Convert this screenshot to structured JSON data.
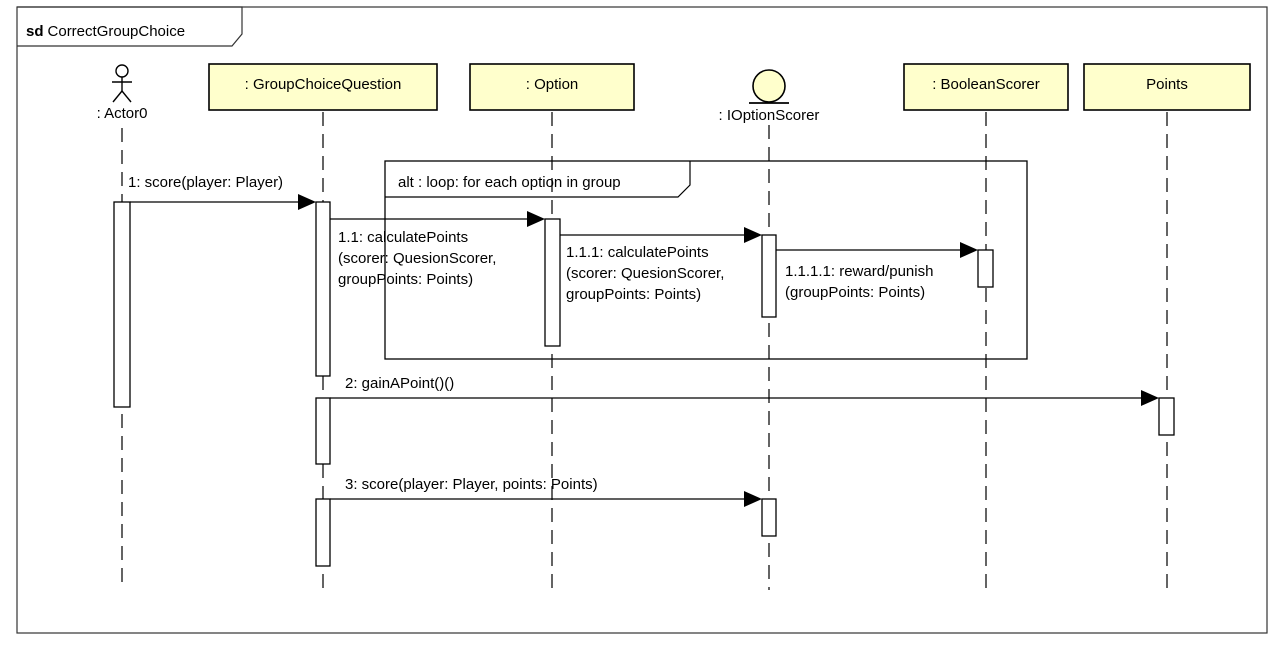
{
  "diagram": {
    "frame": {
      "keyword": "sd",
      "name": "CorrectGroupChoice"
    },
    "participants": [
      {
        "id": "actor0",
        "label": ": Actor0",
        "kind": "actor"
      },
      {
        "id": "gcq",
        "label": ": GroupChoiceQuestion",
        "kind": "object"
      },
      {
        "id": "option",
        "label": ": Option",
        "kind": "object"
      },
      {
        "id": "ioptionscorer",
        "label": ": IOptionScorer",
        "kind": "interface"
      },
      {
        "id": "booleanscorer",
        "label": ": BooleanScorer",
        "kind": "object"
      },
      {
        "id": "points",
        "label": "Points",
        "kind": "object"
      }
    ],
    "fragment": {
      "label": "alt : loop: for each option in group"
    },
    "messages": [
      {
        "id": "m1",
        "lines": [
          "1: score(player: Player)"
        ]
      },
      {
        "id": "m11",
        "lines": [
          "1.1: calculatePoints",
          "(scorer: QuesionScorer,",
          "groupPoints: Points)"
        ]
      },
      {
        "id": "m111",
        "lines": [
          "1.1.1: calculatePoints",
          "(scorer: QuesionScorer,",
          "groupPoints: Points)"
        ]
      },
      {
        "id": "m1111",
        "lines": [
          "1.1.1.1: reward/punish",
          "(groupPoints: Points)"
        ]
      },
      {
        "id": "m2",
        "lines": [
          "2: gainAPoint()()"
        ]
      },
      {
        "id": "m3",
        "lines": [
          "3: score(player: Player, points: Points)"
        ]
      }
    ]
  }
}
